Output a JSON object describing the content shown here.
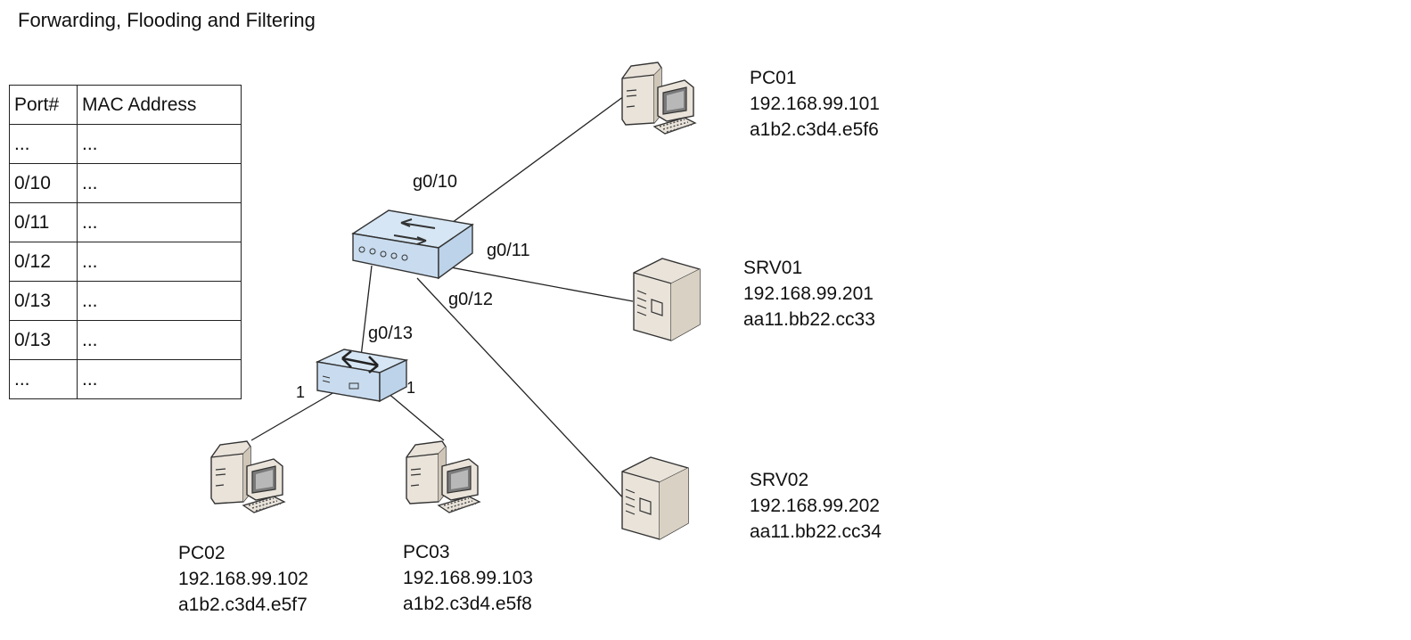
{
  "title": "Forwarding, Flooding and Filtering",
  "mac_table": {
    "headers": [
      "Port#",
      "MAC Address"
    ],
    "rows": [
      [
        "...",
        "..."
      ],
      [
        "0/10",
        "..."
      ],
      [
        "0/11",
        "..."
      ],
      [
        "0/12",
        "..."
      ],
      [
        "0/13",
        "..."
      ],
      [
        "0/13",
        "..."
      ],
      [
        "...",
        "..."
      ]
    ]
  },
  "devices": {
    "pc01": {
      "name": "PC01",
      "ip": "192.168.99.101",
      "mac": "a1b2.c3d4.e5f6"
    },
    "srv01": {
      "name": "SRV01",
      "ip": "192.168.99.201",
      "mac": "aa11.bb22.cc33"
    },
    "srv02": {
      "name": "SRV02",
      "ip": "192.168.99.202",
      "mac": "aa11.bb22.cc34"
    },
    "pc02": {
      "name": "PC02",
      "ip": "192.168.99.102",
      "mac": "a1b2.c3d4.e5f7"
    },
    "pc03": {
      "name": "PC03",
      "ip": "192.168.99.103",
      "mac": "a1b2.c3d4.e5f8"
    }
  },
  "ports": {
    "g010": "g0/10",
    "g011": "g0/11",
    "g012": "g0/12",
    "g013": "g0/13",
    "hub_left": "1",
    "hub_right": "1"
  },
  "colors": {
    "device_body": "#e9e3da",
    "device_shade": "#cfc6b8",
    "switch_top": "#d6e6f4",
    "switch_side": "#bcd3e9",
    "line": "#222222"
  }
}
